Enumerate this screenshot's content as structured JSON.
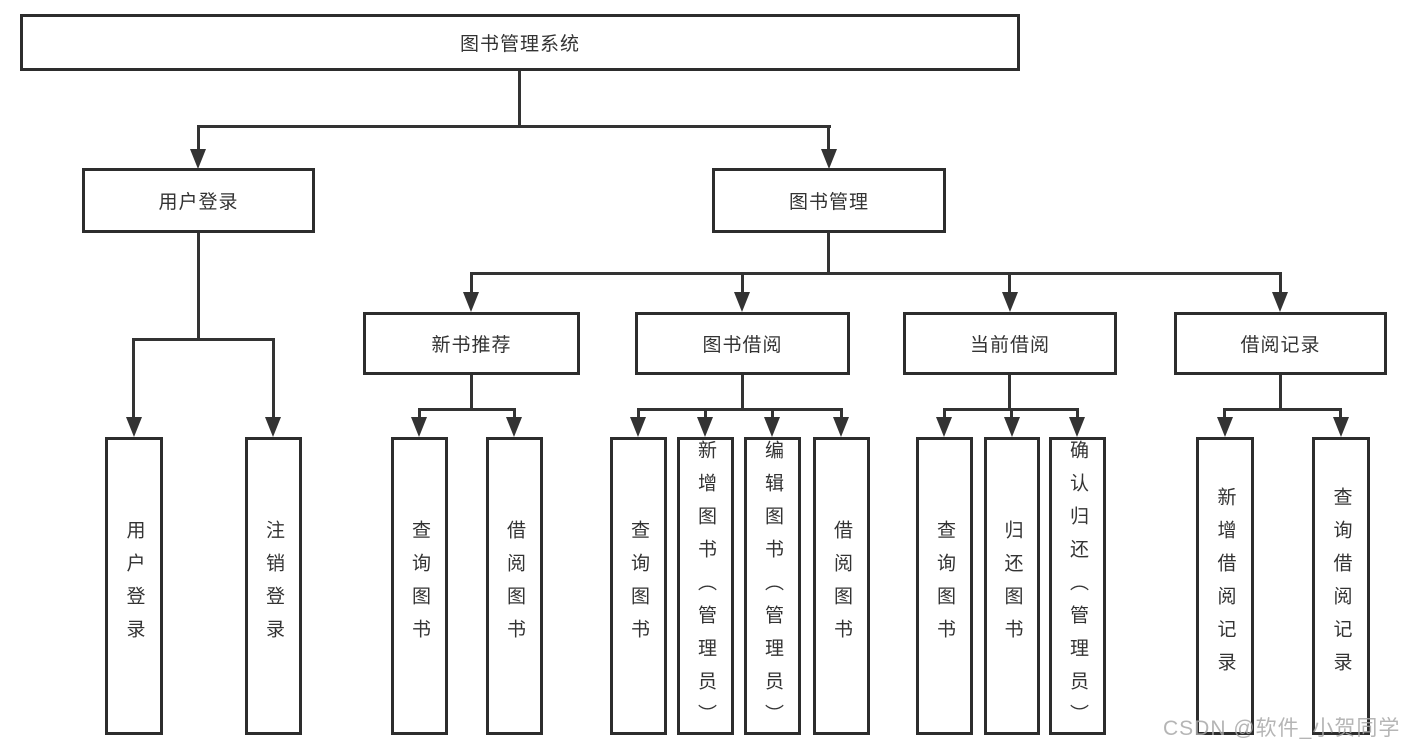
{
  "diagram": {
    "type": "hierarchy",
    "title": "图书管理系统",
    "colors": {
      "background": "#ffffff",
      "box_border": "#2d2d2d",
      "line": "#333333",
      "text": "#333333",
      "watermark": "#a8a8a8"
    }
  },
  "tree": {
    "label": "图书管理系统",
    "children": [
      {
        "label": "用户登录",
        "children": [
          {
            "label": "用户登录"
          },
          {
            "label": "注销登录"
          }
        ]
      },
      {
        "label": "图书管理",
        "children": [
          {
            "label": "新书推荐",
            "children": [
              {
                "label": "查询图书"
              },
              {
                "label": "借阅图书"
              }
            ]
          },
          {
            "label": "图书借阅",
            "children": [
              {
                "label": "查询图书"
              },
              {
                "label": "新增图书（管理员）"
              },
              {
                "label": "编辑图书（管理员）"
              },
              {
                "label": "借阅图书"
              }
            ]
          },
          {
            "label": "当前借阅",
            "children": [
              {
                "label": "查询图书"
              },
              {
                "label": "归还图书"
              },
              {
                "label": "确认归还（管理员）"
              }
            ]
          },
          {
            "label": "借阅记录",
            "children": [
              {
                "label": "新增借阅记录"
              },
              {
                "label": "查询借阅记录"
              }
            ]
          }
        ]
      }
    ]
  },
  "watermark": {
    "text": "CSDN @软件_小贺同学"
  }
}
